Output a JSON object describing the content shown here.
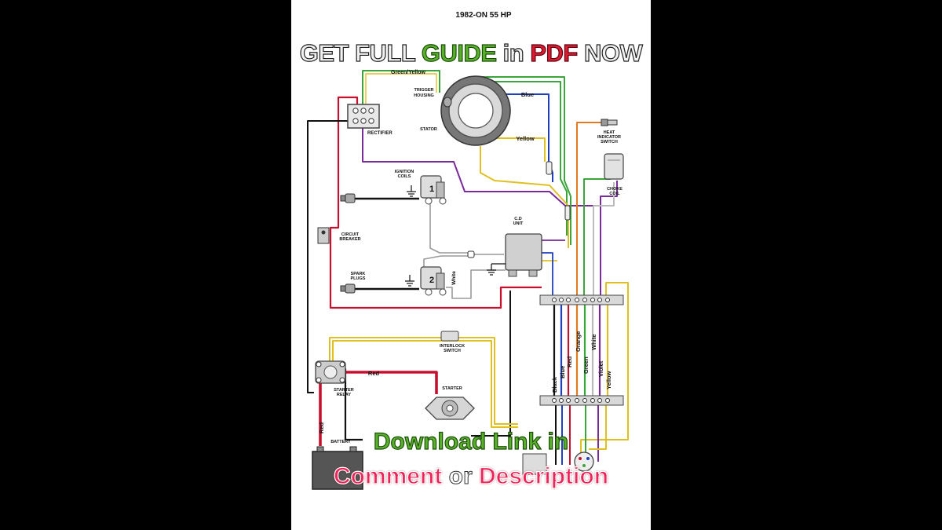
{
  "diagram": {
    "title": "1982-ON 55 HP",
    "labels": {
      "green_yellow": "Green/Yellow",
      "trigger_housing_1": "TRIGGER",
      "trigger_housing_2": "HOUSING",
      "blue_top": "Blue",
      "stator": "STATOR",
      "yellow_top": "Yellow",
      "rectifier": "RECTIFIER",
      "heat_switch_1": "HEAT",
      "heat_switch_2": "INDICATOR",
      "heat_switch_3": "SWITCH",
      "ignition_coils_1": "IGNITION",
      "ignition_coils_2": "COILS",
      "coil_1": "1",
      "coil_2": "2",
      "choke_coil_1": "CHOKE",
      "choke_coil_2": "COIL",
      "cd_unit_1": "C.D",
      "cd_unit_2": "UNIT",
      "circuit_breaker_1": "CIRCUIT",
      "circuit_breaker_2": "BREAKER",
      "spark_plugs_1": "SPARK",
      "spark_plugs_2": "PLUGS",
      "white_coil": "White",
      "interlock_switch_1": "INTERLOCK",
      "interlock_switch_2": "SWITCH",
      "red_relay": "Red",
      "starter": "STARTER",
      "starter_relay_1": "STARTER",
      "starter_relay_2": "RELAY",
      "red_battery": "Red",
      "battery": "BATTERY"
    },
    "harness_wires": [
      "Black",
      "Blue",
      "Red",
      "Orange",
      "Green",
      "White",
      "Violet",
      "Yellow"
    ]
  },
  "overlay": {
    "banner": {
      "part1": "GET FULL ",
      "part2": "GUIDE",
      "part3": " in ",
      "part4": "PDF",
      "part5": " NOW"
    },
    "download": {
      "part1": "Download Link in"
    },
    "comment": {
      "part1": "Comment",
      "part2": " or ",
      "part3": "Description"
    }
  },
  "colors": {
    "red_wire": "#c8102e",
    "black_wire": "#111111",
    "green_wire": "#3aa53a",
    "yellow_wire": "#e0c020",
    "blue_wire": "#1f3fbf",
    "violet_wire": "#7a2a9a",
    "orange_wire": "#e07a20",
    "gray_wire": "#9a9a9a",
    "overlay_green": "#57b227",
    "overlay_red": "#e01830",
    "overlay_pink": "#f0245a"
  }
}
